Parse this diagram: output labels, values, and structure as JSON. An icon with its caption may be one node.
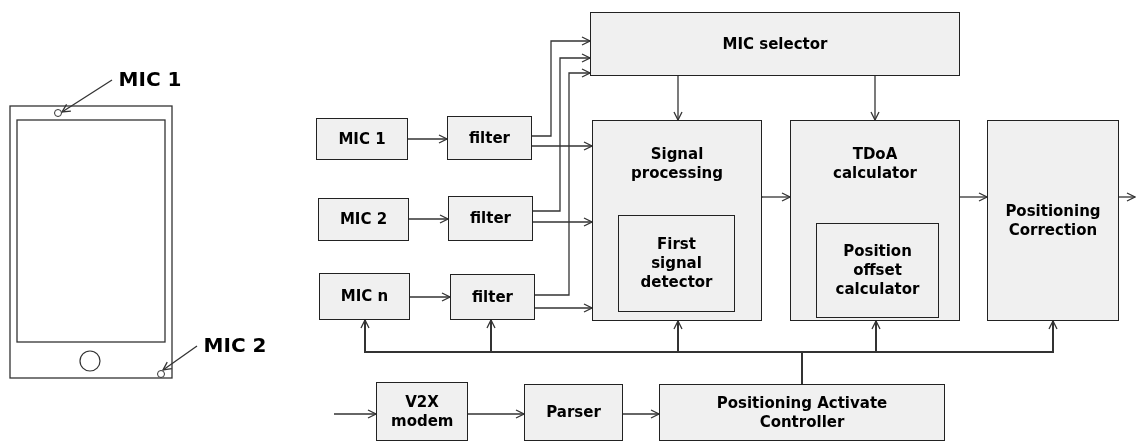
{
  "diagram": {
    "nodes": [
      {
        "text": [
          "MIC 1"
        ]
      },
      {
        "text": [],
        "shape": "circle"
      },
      {
        "text": [
          "MIC 2"
        ]
      },
      {
        "text": [],
        "shape": "circle"
      },
      {
        "text": [
          "MIC selector"
        ]
      },
      {
        "text": [
          "MIC 1"
        ]
      },
      {
        "text": [
          "filter"
        ]
      },
      {
        "text": [
          "Signal processing"
        ]
      },
      {
        "text": [
          "First signal detector"
        ],
        "in": 7
      },
      {
        "text": [
          "TDoA calculator"
        ]
      },
      {
        "text": [
          "Position offset calculator"
        ],
        "in": 9
      },
      {
        "text": [
          "Positioning Correction"
        ]
      },
      {
        "text": [
          "MIC 2"
        ]
      },
      {
        "text": [
          "filter"
        ]
      },
      {
        "text": [
          "MIC n"
        ]
      },
      {
        "text": [
          "filter"
        ]
      },
      {
        "text": [
          "V2X modem"
        ]
      },
      {
        "text": [
          "Parser"
        ]
      },
      {
        "text": [
          "Positioning Activate Controller"
        ]
      }
    ],
    "edges": [
      {
        "from": 0,
        "to": 1,
        "arrow": "to"
      },
      {
        "from": 2,
        "to": 3,
        "arrow": "to"
      },
      {
        "from": 5,
        "to": 6,
        "arrow": "to"
      },
      {
        "from": 6,
        "to": 4,
        "arrow": "to"
      },
      {
        "from": 6,
        "to": 7,
        "arrow": "to"
      },
      {
        "from": 12,
        "to": 13,
        "arrow": "to"
      },
      {
        "from": 13,
        "to": 4,
        "arrow": "to"
      },
      {
        "from": 13,
        "to": 7,
        "arrow": "to"
      },
      {
        "from": 14,
        "to": 15,
        "arrow": "to"
      },
      {
        "from": 15,
        "to": 4,
        "arrow": "to"
      },
      {
        "from": 15,
        "to": 7,
        "arrow": "to"
      },
      {
        "from": 4,
        "to": 7,
        "arrow": "to"
      },
      {
        "from": 4,
        "to": 9,
        "arrow": "to"
      },
      {
        "from": 7,
        "to": 9,
        "arrow": "to"
      },
      {
        "from": 9,
        "to": 11,
        "arrow": "to"
      },
      {
        "from": 11,
        "to": null,
        "arrow": "to"
      },
      {
        "from": null,
        "to": 16,
        "arrow": "to"
      },
      {
        "from": 16,
        "to": 17,
        "arrow": "to"
      },
      {
        "from": 17,
        "to": 18,
        "arrow": "to"
      },
      {
        "from": 18,
        "to": 14,
        "arrow": "to"
      },
      {
        "from": 18,
        "to": 15,
        "arrow": "to"
      },
      {
        "from": 18,
        "to": 7,
        "arrow": "to"
      },
      {
        "from": 18,
        "to": 9,
        "arrow": "to"
      },
      {
        "from": 18,
        "to": 11,
        "arrow": "to"
      }
    ]
  }
}
